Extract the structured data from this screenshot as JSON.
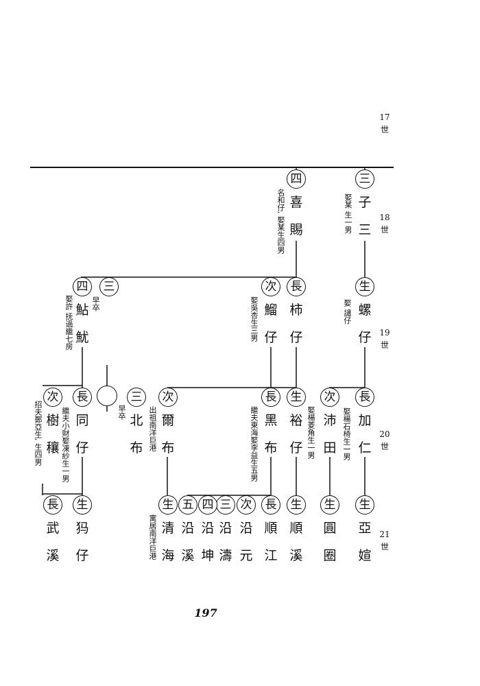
{
  "generations": [
    {
      "num": "17",
      "unit": "世"
    },
    {
      "num": "18",
      "unit": "世"
    },
    {
      "num": "19",
      "unit": "世"
    },
    {
      "num": "20",
      "unit": "世"
    },
    {
      "num": "21",
      "unit": "世"
    }
  ],
  "people": [
    {
      "id": "g18-zisan",
      "rank": "三",
      "name": [
        "子",
        "三"
      ],
      "note": "娶某 生一男"
    },
    {
      "id": "g18-xici",
      "rank": "四",
      "name": [
        "喜",
        "賜"
      ],
      "note": "名和仔, 娶某生四男"
    },
    {
      "id": "g19-luozai",
      "rank": "生",
      "name": [
        "螺",
        "仔"
      ],
      "note": "娶 譴仔"
    },
    {
      "id": "g19-shizai",
      "rank": "長",
      "name": [
        "柿",
        "仔"
      ],
      "note": ""
    },
    {
      "id": "g19-liuzai",
      "rank": "次",
      "name": [
        "鰡",
        "仔"
      ],
      "note": "娶吳杏生三男"
    },
    {
      "id": "g19-san",
      "rank": "三",
      "name": [],
      "note": "早卒"
    },
    {
      "id": "g19-zhanyou",
      "rank": "四",
      "name": [
        "鮎",
        "魷"
      ],
      "note": "娶許 抚過繼七房"
    },
    {
      "id": "g20-jiaren",
      "rank": "長",
      "name": [
        "加",
        "仁"
      ],
      "note": "娶楊石椅生一男"
    },
    {
      "id": "g20-peitian",
      "rank": "次",
      "name": [
        "沛",
        "田"
      ],
      "note": "娶楊菱角生一男"
    },
    {
      "id": "g20-yuzai",
      "rank": "生",
      "name": [
        "裕",
        "仔"
      ],
      "note": ""
    },
    {
      "id": "g20-heibu",
      "rank": "長",
      "name": [
        "黑",
        "布"
      ],
      "note": "繼夫東海娶李益生五男"
    },
    {
      "id": "g20-erbu",
      "rank": "次",
      "name": [
        "爾",
        "布"
      ],
      "note": "出祖南洋巨港"
    },
    {
      "id": "g20-beibu",
      "rank": "三",
      "name": [
        "北",
        "布"
      ],
      "note": "早卒"
    },
    {
      "id": "g20-unnamed",
      "rank": "",
      "name": [],
      "note": ""
    },
    {
      "id": "g20-tongzai",
      "rank": "長",
      "name": [
        "同",
        "仔"
      ],
      "note": "繼夫小財娶凍紗生一男"
    },
    {
      "id": "g20-shu",
      "rank": "次",
      "name": [
        "樹",
        "穰"
      ],
      "note": "招夫鄭亞生, 生四男"
    },
    {
      "id": "g21-yaxuan",
      "rank": "生",
      "name": [
        "亞",
        "媗"
      ],
      "note": ""
    },
    {
      "id": "g21-yuanquan",
      "rank": "生",
      "name": [
        "圓",
        "圈"
      ],
      "note": ""
    },
    {
      "id": "g21-shunxi",
      "rank": "生",
      "name": [
        "順",
        "溪"
      ],
      "note": ""
    },
    {
      "id": "g21-shunjiang",
      "rank": "長",
      "name": [
        "順",
        "江"
      ],
      "note": ""
    },
    {
      "id": "g21-yanyuan",
      "rank": "次",
      "name": [
        "沿",
        "元"
      ],
      "note": ""
    },
    {
      "id": "g21-yantao",
      "rank": "三",
      "name": [
        "沿",
        "濤"
      ],
      "note": ""
    },
    {
      "id": "g21-yankun",
      "rank": "四",
      "name": [
        "沿",
        "坤"
      ],
      "note": ""
    },
    {
      "id": "g21-yanxi",
      "rank": "五",
      "name": [
        "沿",
        "溪"
      ],
      "note": ""
    },
    {
      "id": "g21-qinghai",
      "rank": "生",
      "name": [
        "清",
        "海"
      ],
      "note": "寓居南洋巨港"
    },
    {
      "id": "g21-sizai",
      "rank": "生",
      "name": [
        "犸",
        "仔"
      ],
      "note": ""
    },
    {
      "id": "g21-wuxi",
      "rank": "長",
      "name": [
        "武",
        "溪"
      ],
      "note": ""
    }
  ],
  "page_number": "197",
  "colors": {
    "ink": "#111111",
    "paper": "#ffffff"
  }
}
